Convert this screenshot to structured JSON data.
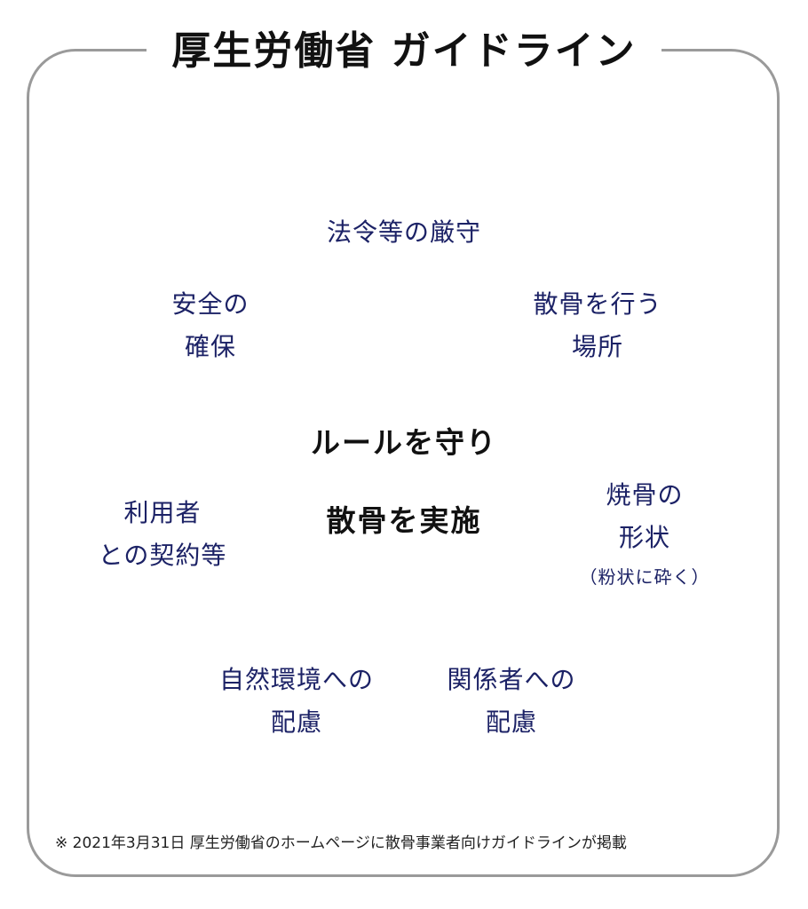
{
  "title": "厚生労働省 ガイドライン",
  "center": {
    "line1": "ルールを守り",
    "line2": "散骨を実施"
  },
  "items": [
    {
      "lines": [
        "法令等の厳守"
      ],
      "color": "#b0f8fb"
    },
    {
      "lines": [
        "散骨を行う",
        "場所"
      ],
      "color": "#b2f6b0"
    },
    {
      "lines": [
        "焼骨の",
        "形状"
      ],
      "sub": "（粉状に砕く）",
      "color": "#f9f86a"
    },
    {
      "lines": [
        "関係者への",
        "配慮"
      ],
      "color": "#f9b2f7"
    },
    {
      "lines": [
        "自然環境への",
        "配慮"
      ],
      "color": "#b3b3f8"
    },
    {
      "lines": [
        "利用者",
        "との契約等"
      ],
      "color": "#fbd6a6"
    },
    {
      "lines": [
        "安全の",
        "確保"
      ],
      "color": "#7ad3b6"
    }
  ],
  "footnote": "※ 2021年3月31日 厚生労働省のホームページに散骨事業者向けガイドラインが掲載"
}
